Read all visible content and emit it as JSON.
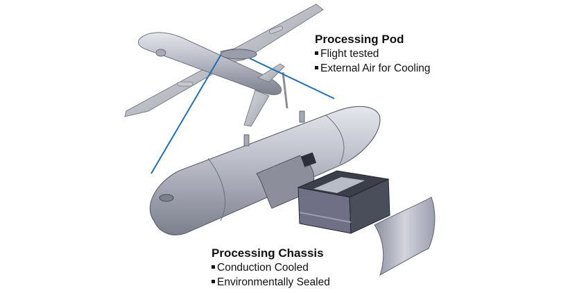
{
  "pod": {
    "title": "Processing Pod",
    "bullets": [
      "Flight tested",
      "External Air for Cooling"
    ]
  },
  "chassis": {
    "title": "Processing Chassis",
    "bullets": [
      "Conduction Cooled",
      "Environmentally Sealed"
    ]
  },
  "colors": {
    "callout_line": "#1f6fb2",
    "metal": "#b9bcc6",
    "chassis_dark": "#3a3f4a",
    "chassis_panel": "#6f6f86"
  }
}
